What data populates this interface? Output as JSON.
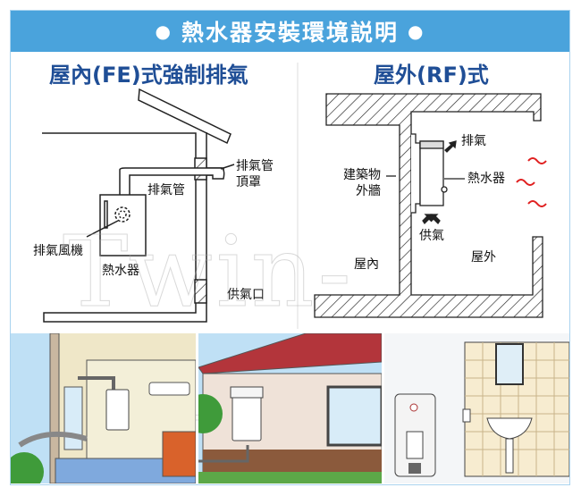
{
  "banner": {
    "title": "熱水器安裝環境説明",
    "bullet": "●"
  },
  "left_diagram": {
    "title": "屋內(FE)式強制排氣",
    "labels": {
      "exhaust_pipe": "排氣管",
      "exhaust_cap_line1": "排氣管",
      "exhaust_cap_line2": "頂罩",
      "exhaust_fan": "排氣風機",
      "water_heater": "熱水器",
      "air_intake": "供氣口"
    }
  },
  "right_diagram": {
    "title": "屋外(RF)式",
    "labels": {
      "exhaust": "排氣",
      "wall_line1": "建築物",
      "wall_line2": "外牆",
      "water_heater": "熱水器",
      "air_supply": "供氣",
      "indoor": "屋內",
      "outdoor": "屋外"
    }
  },
  "colors": {
    "banner": "#4aa3dc",
    "title": "#1f4e96",
    "heat_wave": "#e02020"
  }
}
